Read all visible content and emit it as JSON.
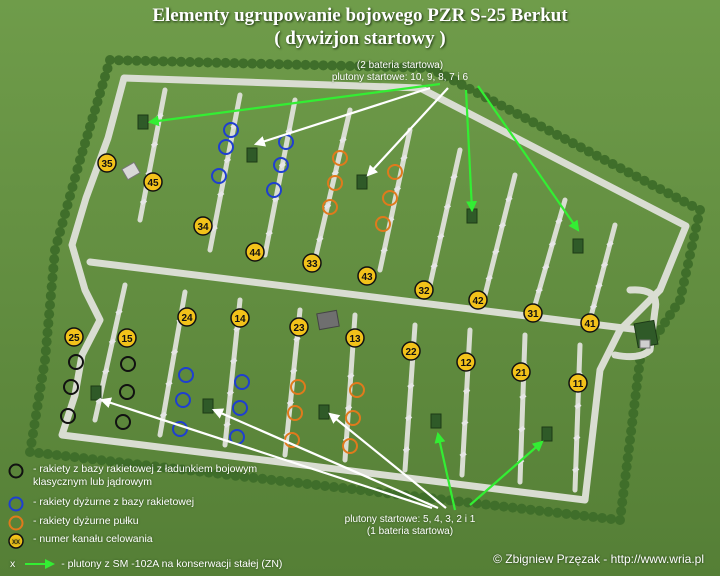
{
  "header": {
    "title_line1": "Elementy ugrupowanie bojowego PZR S-25 Berkut",
    "title_line2": "( dywizjon startowy )"
  },
  "top_note": {
    "line1": "(2 bateria startowa)",
    "line2": "plutony startowe: 10, 9, 8, 7 i 6"
  },
  "bottom_note": {
    "line1": "plutony startowe: 5, 4, 3, 2 i 1",
    "line2": "(1 bateria startowa)"
  },
  "channel_labels": [
    "35",
    "45",
    "34",
    "44",
    "33",
    "43",
    "32",
    "42",
    "31",
    "41",
    "25",
    "15",
    "24",
    "14",
    "23",
    "13",
    "22",
    "12",
    "21",
    "11"
  ],
  "legend": {
    "black_circle": "- rakiety z bazy rakietowej z ładunkiem bojowym klasycznym lub jądrowym",
    "blue_circle": "- rakiety dyżurne z bazy rakietowej",
    "orange_circle": "- rakiety dyżurne pułku",
    "yellow_badge_symbol": "xx",
    "yellow_badge": "- numer kanału celowania",
    "arrow_symbol": "x",
    "arrow": "- plutony z SM -102A na konserwacji stałej (ZN)"
  },
  "credit": "© Zbigniew Przęzak - http://www.wria.pl",
  "colors": {
    "grass": "#5f8f3e",
    "road": "#d9ddd2",
    "black_marker": "#111111",
    "blue_marker": "#1f3fd0",
    "orange_marker": "#e07a1c",
    "badge_fill": "#f2c21a",
    "arrow_green": "#33ee33",
    "arrow_white": "#ffffff"
  }
}
